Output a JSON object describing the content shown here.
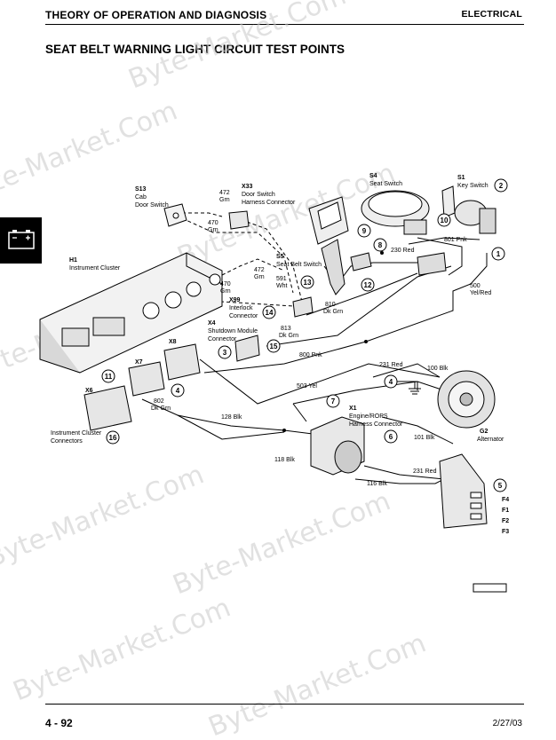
{
  "header": {
    "left": "THEORY OF OPERATION AND DIAGNOSIS",
    "right": "ELECTRICAL"
  },
  "title": "SEAT BELT WARNING LIGHT CIRCUIT TEST POINTS",
  "footer": {
    "page": "4 - 92",
    "date": "2/27/03"
  },
  "watermark": "Byte-Market.Com",
  "components": {
    "s13": "S13",
    "s13_name": "Cab",
    "s13_name2": "Door Switch",
    "x33": "X33",
    "x33_name": "Door Switch",
    "x33_name2": "Harness Connector",
    "s4": "S4",
    "s4_name": "Seat Switch",
    "s1": "S1",
    "s1_name": "Key Switch",
    "h1": "H1",
    "h1_name": "Instrument Cluster",
    "s5": "S5",
    "s5_name": "Seat Belt Switch",
    "x99": "X99",
    "x99_name": "Interlock",
    "x99_name2": "Connector",
    "x4": "X4",
    "x4_name": "Shutdown Module",
    "x4_name2": "Connector",
    "x8": "X8",
    "x7": "X7",
    "x6": "X6",
    "ic": "Instrument Cluster",
    "ic2": "Connectors",
    "x1": "X1",
    "x1_name": "Engine/ROPS",
    "x1_name2": "Harness Connector",
    "g2": "G2",
    "g2_name": "Alternator",
    "f4": "F4",
    "f1": "F1",
    "f2": "F2",
    "f3": "F3"
  },
  "wires": {
    "w472a": "472",
    "w472a_c": "Grn",
    "w470a": "470",
    "w470a_c": "Grn",
    "w472b": "472",
    "w472b_c": "Grn",
    "w470b": "470",
    "w470b_c": "Grn",
    "w591": "591",
    "w591_c": "Wht",
    "w810": "810",
    "w810_c": "Dk Grn",
    "w813": "813",
    "w813_c": "Dk Grn",
    "w800": "800 Pnk",
    "w801": "801 Pnk",
    "w230": "230 Red",
    "w500": "500",
    "w500_c": "Yel/Red",
    "w503": "503 Yel",
    "w231a": "231 Red",
    "w100": "100 Blk",
    "w802": "802",
    "w802_c": "Dk Grn",
    "w128": "128 Blk",
    "w118": "118 Blk",
    "w101": "101 Blk",
    "w116": "116 Blk",
    "w231b": "231 Red"
  },
  "callouts": [
    "1",
    "2",
    "3",
    "4",
    "5",
    "6",
    "7",
    "8",
    "9",
    "10",
    "11",
    "12",
    "13",
    "14",
    "15",
    "16",
    "4"
  ]
}
